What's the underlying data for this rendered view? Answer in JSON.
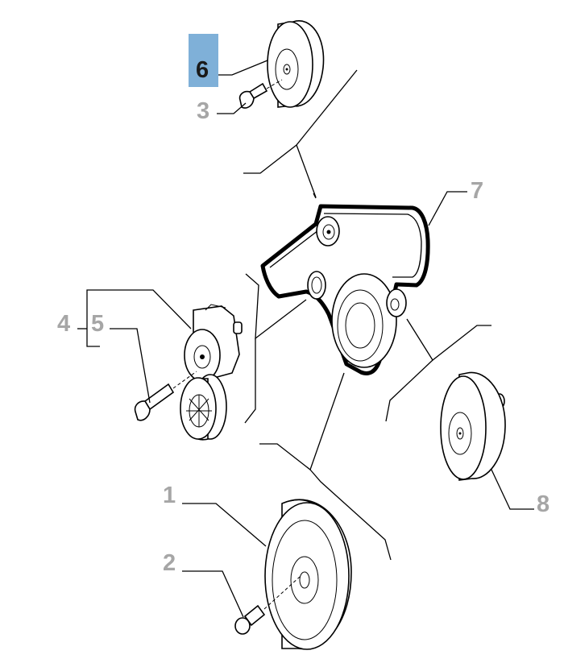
{
  "diagram": {
    "callouts": [
      {
        "id": "1",
        "label": "1"
      },
      {
        "id": "2",
        "label": "2"
      },
      {
        "id": "3",
        "label": "3"
      },
      {
        "id": "4",
        "label": "4"
      },
      {
        "id": "5",
        "label": "5"
      },
      {
        "id": "6",
        "label": "6",
        "highlighted": true
      },
      {
        "id": "7",
        "label": "7"
      },
      {
        "id": "8",
        "label": "8"
      }
    ],
    "colors": {
      "highlight_box": "#7fb0d8",
      "callout_text": "#a6a6a6",
      "callout_active_text": "#1a1a1a",
      "line": "#000000"
    }
  }
}
